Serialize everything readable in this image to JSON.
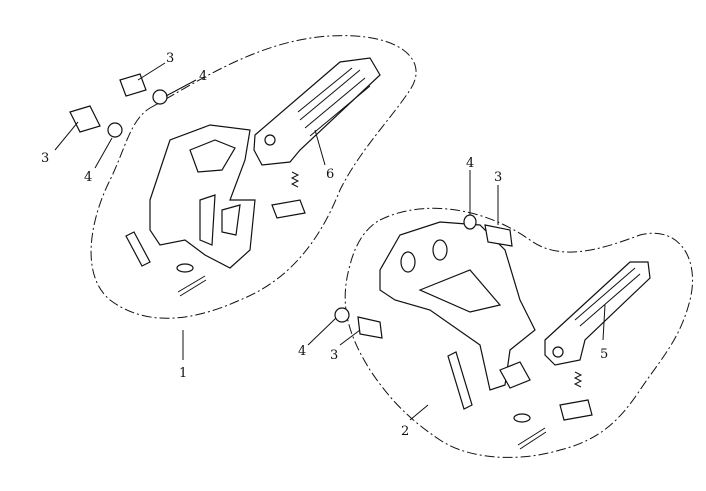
{
  "diagram": {
    "callouts": [
      {
        "id": "c1",
        "text": "3"
      },
      {
        "id": "c2",
        "text": "4"
      },
      {
        "id": "c3",
        "text": "3"
      },
      {
        "id": "c4",
        "text": "4"
      },
      {
        "id": "c5",
        "text": "6"
      },
      {
        "id": "c6",
        "text": "1"
      },
      {
        "id": "c7",
        "text": "4"
      },
      {
        "id": "c8",
        "text": "3"
      },
      {
        "id": "c9",
        "text": "4"
      },
      {
        "id": "c10",
        "text": "3"
      },
      {
        "id": "c11",
        "text": "5"
      },
      {
        "id": "c12",
        "text": "2"
      }
    ]
  }
}
